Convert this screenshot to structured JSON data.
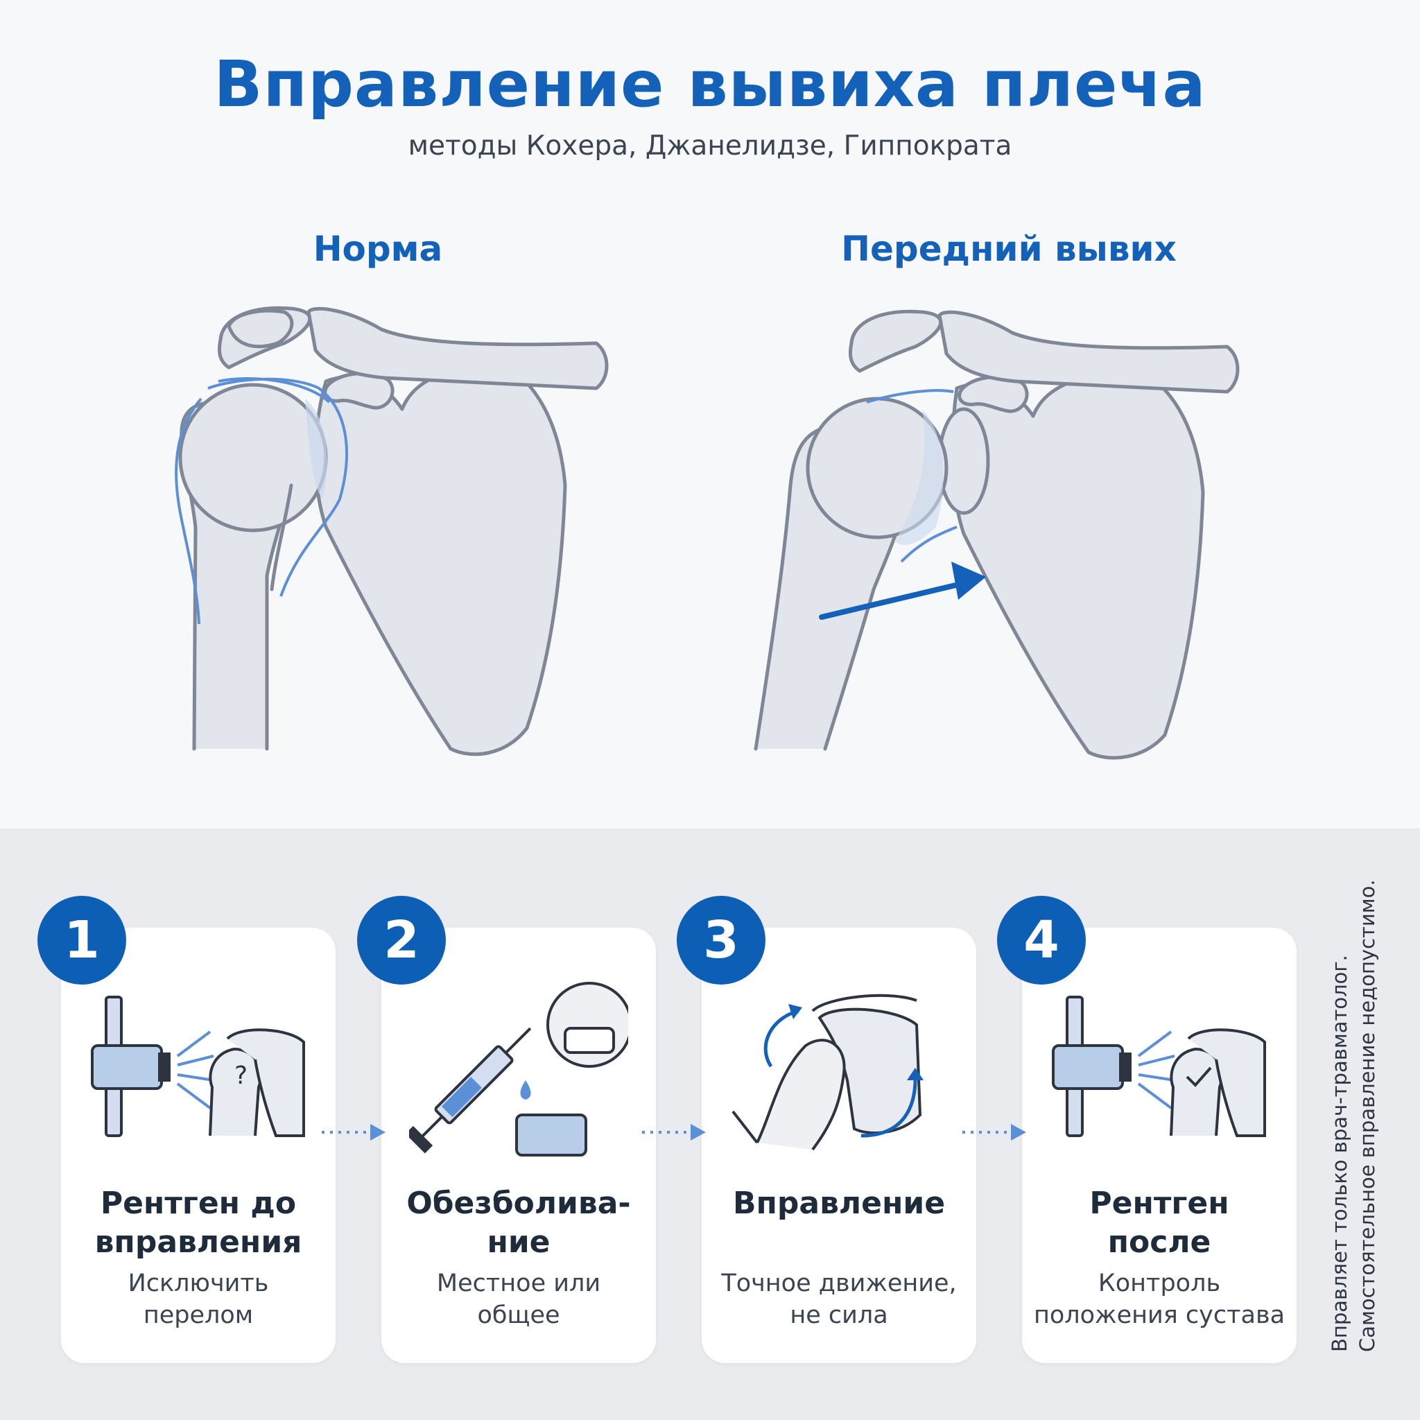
{
  "title": "Вправление вывиха плеча",
  "subtitle": "методы Кохера, Джанелидзе, Гиппократа",
  "diagrams": {
    "normal_label": "Норма",
    "dislocated_label": "Передний вывих"
  },
  "steps": [
    {
      "number": "1",
      "title_line1": "Рентген до",
      "title_line2": "вправления",
      "desc_line1": "Исключить",
      "desc_line2": "перелом",
      "icon": "xray-question-icon"
    },
    {
      "number": "2",
      "title_line1": "Обезболива-",
      "title_line2": "ние",
      "desc_line1": "Местное или",
      "desc_line2": "общее",
      "icon": "syringe-vial-mask-icon"
    },
    {
      "number": "3",
      "title_line1": "Вправление",
      "title_line2": "",
      "desc_line1": "Точное движение,",
      "desc_line2": "не сила",
      "icon": "hand-rotation-icon"
    },
    {
      "number": "4",
      "title_line1": "Рентген",
      "title_line2": "после",
      "desc_line1": "Контроль",
      "desc_line2": "положения сустава",
      "icon": "xray-check-icon"
    }
  ],
  "disclaimer": {
    "line1": "Вправляет только врач-травматолог.",
    "line2": "Самостоятельное вправление недопустимо."
  },
  "colors": {
    "accent": "#1361b8",
    "badge": "#0d5fb5",
    "bone_fill": "#e3e5ec",
    "bone_stroke": "#7f8796",
    "capsule": "#5b8fd6"
  }
}
